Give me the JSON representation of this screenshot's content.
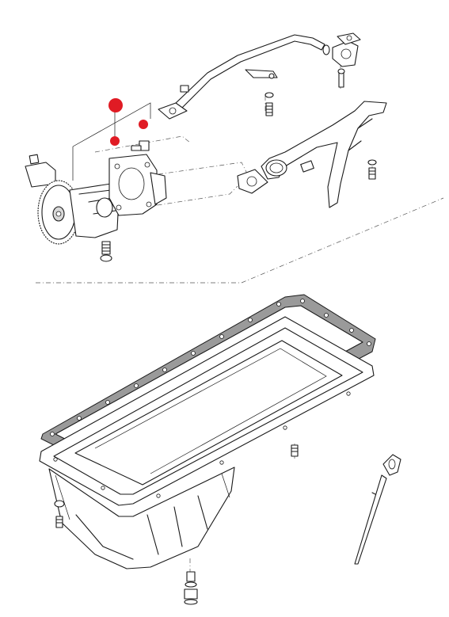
{
  "diagram": {
    "type": "exploded-parts-view",
    "colors": {
      "line": "#1a1a1a",
      "gasket": "#9a9a9a",
      "highlight_marker": "#e01b24",
      "background": "#ffffff"
    },
    "highlighted_parts": [
      "oil-pump-assembly",
      "pump-gasket",
      "pump-bolt"
    ],
    "parts": [
      "oil-pump-gear",
      "oil-pump-body",
      "pump-gasket",
      "pump-bolt",
      "oil-pressure-pipe",
      "pipe-flange-gasket",
      "oil-suction-pipe",
      "suction-flange-gasket",
      "oil-sump",
      "sump-gasket",
      "drain-plug",
      "dipstick"
    ]
  }
}
